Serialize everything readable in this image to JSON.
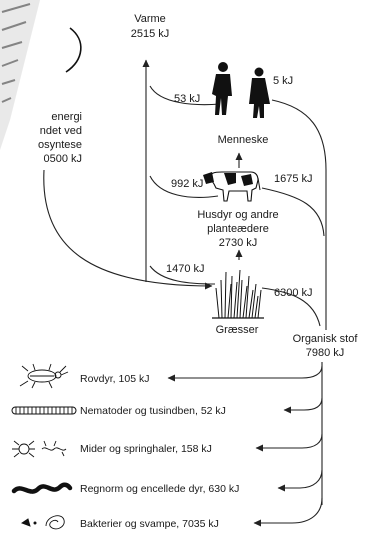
{
  "diagram": {
    "nodes": {
      "varme": {
        "name": "Varme",
        "value": "2515 kJ"
      },
      "menneske": {
        "name": "Menneske"
      },
      "husdyr": {
        "line1": "Husdyr og andre",
        "line2": "planteædere",
        "value": "2730 kJ"
      },
      "graesser": {
        "name": "Græsser"
      },
      "organisk_stof": {
        "name": "Organisk stof",
        "value": "7980 kJ"
      },
      "energi": {
        "line1": "energi",
        "line2": "ndet ved",
        "line3": "osyntese",
        "line4": "0500 kJ"
      }
    },
    "flows": {
      "menneske_varme": "53 kJ",
      "menneske_organisk": "5 kJ",
      "husdyr_varme": "992 kJ",
      "husdyr_organisk": "1675 kJ",
      "graesser_varme": "1470 kJ",
      "graesser_organisk": "6300 kJ"
    },
    "decomposers": [
      {
        "label": "Rovdyr, 105 kJ",
        "icon": "beetle-icon"
      },
      {
        "label": "Nematoder og  tusindben, 52 kJ",
        "icon": "millipede-icon"
      },
      {
        "label": "Mider og springhaler, 158 kJ",
        "icon": "mite-icon"
      },
      {
        "label": "Regnorm og encellede dyr, 630 kJ",
        "icon": "earthworm-icon"
      },
      {
        "label": "Bakterier og svampe, 7035 kJ",
        "icon": "bacteria-icon"
      }
    ]
  }
}
